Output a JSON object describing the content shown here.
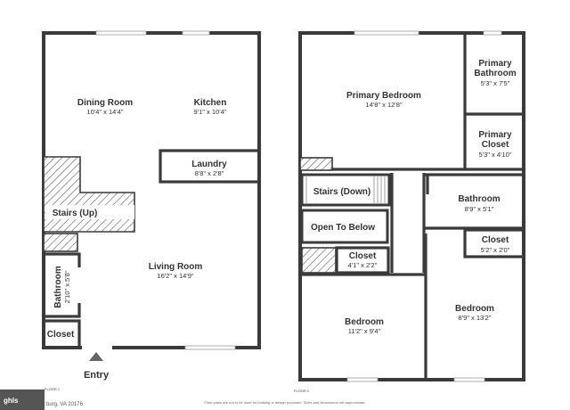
{
  "floor1": {
    "label": "FLOOR 1",
    "entry": "Entry",
    "rooms": {
      "dining": {
        "name": "Dining Room",
        "dim": "10'4\" x 14'4\""
      },
      "kitchen": {
        "name": "Kitchen",
        "dim": "9'1\" x 10'4\""
      },
      "laundry": {
        "name": "Laundry",
        "dim": "8'8\" x 2'8\""
      },
      "stairs": {
        "name": "Stairs (Up)"
      },
      "living": {
        "name": "Living Room",
        "dim": "16'2\" x 14'9\""
      },
      "bathroom": {
        "name": "Bathroom",
        "dim": "2'10\" x 5'8\""
      },
      "closet": {
        "name": "Closet"
      }
    }
  },
  "floor2": {
    "label": "FLOOR 2",
    "rooms": {
      "primary_bedroom": {
        "name": "Primary Bedroom",
        "dim": "14'8\" x 12'8\""
      },
      "primary_bathroom": {
        "name1": "Primary",
        "name2": "Bathroom",
        "dim": "5'3\" x 7'5\""
      },
      "primary_closet": {
        "name1": "Primary",
        "name2": "Closet",
        "dim": "5'3\" x 4'10\""
      },
      "stairs": {
        "name": "Stairs (Down)"
      },
      "open_below": {
        "name": "Open To Below"
      },
      "bathroom": {
        "name": "Bathroom",
        "dim": "8'9\" x 5'1\""
      },
      "closet_small": {
        "name": "Closet",
        "dim": "4'1\" x 2'2\""
      },
      "closet_right": {
        "name": "Closet",
        "dim": "5'2\" x 2'0\""
      },
      "bedroom_left": {
        "name": "Bedroom",
        "dim": "11'2\" x 9'4\""
      },
      "bedroom_right": {
        "name": "Bedroom",
        "dim": "8'9\" x 13'2\""
      }
    }
  },
  "footer": {
    "logo": "ghls",
    "address": "burg, VA 20176",
    "disclaimer": "Floor plans are not to be used for building or design purposes. Sizes and dimensions are approximate."
  }
}
